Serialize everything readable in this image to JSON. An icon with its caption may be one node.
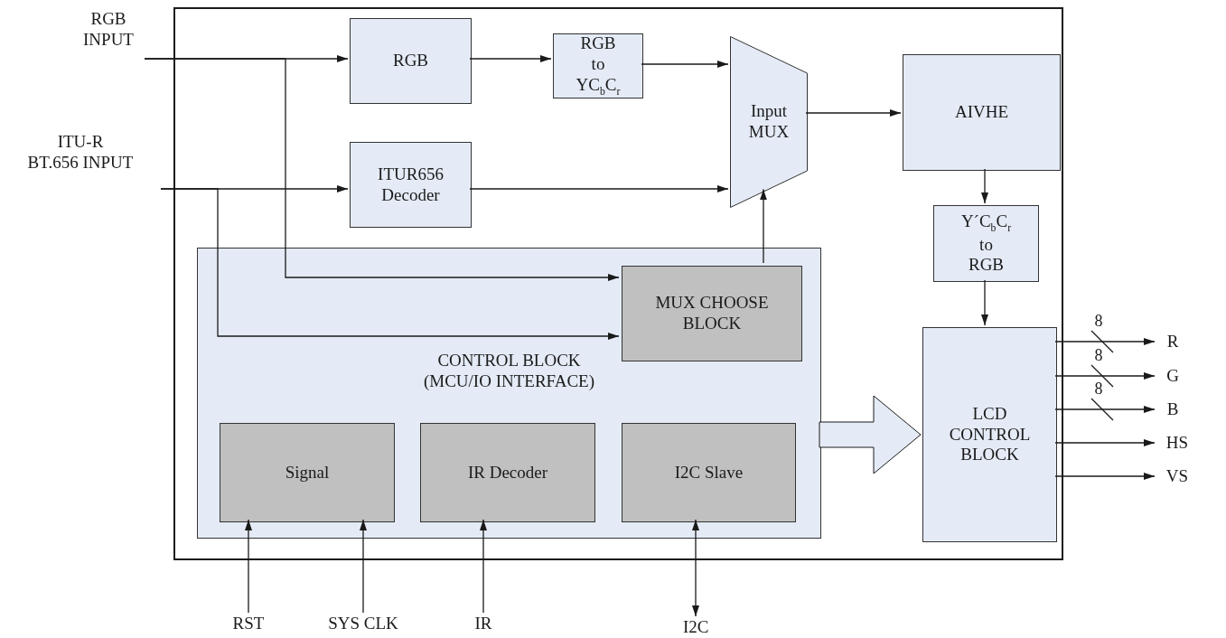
{
  "diagram": {
    "nodes": [
      {
        "text": [],
        "shape": "box"
      },
      {
        "text": [
          "RGB INPUT"
        ]
      },
      {
        "text": [
          "ITU-R BT.656 INPUT"
        ]
      },
      {
        "text": [
          "RGB"
        ],
        "in": 0
      },
      {
        "text": [
          "RGB to YC$_{b}$C$_{r}$"
        ],
        "in": 0
      },
      {
        "text": [
          "Input MUX"
        ],
        "in": 0
      },
      {
        "text": [
          "ITUR656 Decoder"
        ],
        "in": 0
      },
      {
        "text": [
          "AIVHE"
        ],
        "in": 0
      },
      {
        "text": [
          "Y´C$_{b}$C$_{r}$ to RGB"
        ],
        "in": 0
      },
      {
        "text": [
          "CONTROL BLOCK (MCU/IO INTERFACE)"
        ],
        "in": 0
      },
      {
        "text": [
          "MUX CHOOSE BLOCK"
        ],
        "in": 9
      },
      {
        "text": [
          "Signal"
        ],
        "in": 9
      },
      {
        "text": [
          "IR Decoder"
        ],
        "in": 9
      },
      {
        "text": [
          "I2C Slave"
        ],
        "in": 9
      },
      {
        "text": [
          "LCD CONTROL BLOCK"
        ],
        "in": 0
      },
      {
        "text": [
          "R"
        ]
      },
      {
        "text": [
          "G"
        ]
      },
      {
        "text": [
          "B"
        ]
      },
      {
        "text": [
          "HS"
        ]
      },
      {
        "text": [
          "VS"
        ]
      },
      {
        "text": [
          "RST"
        ]
      },
      {
        "text": [
          "SYS CLK"
        ]
      },
      {
        "text": [
          "IR"
        ]
      },
      {
        "text": [
          "I2C"
        ]
      }
    ],
    "edges": [
      {
        "from": 1,
        "to": 3,
        "arrow": "to"
      },
      {
        "from": 1,
        "to": 10,
        "arrow": "to"
      },
      {
        "from": 2,
        "to": 6,
        "arrow": "to"
      },
      {
        "from": 2,
        "to": 10,
        "arrow": "to"
      },
      {
        "from": 3,
        "to": 4,
        "arrow": "to"
      },
      {
        "from": 4,
        "to": 5,
        "arrow": "to"
      },
      {
        "from": 6,
        "to": 5,
        "arrow": "to"
      },
      {
        "from": 10,
        "to": 5,
        "arrow": "to"
      },
      {
        "from": 5,
        "to": 7,
        "arrow": "to"
      },
      {
        "from": 7,
        "to": 8,
        "arrow": "to"
      },
      {
        "from": 8,
        "to": 14,
        "arrow": "to"
      },
      {
        "from": 9,
        "to": 14,
        "arrow": "to",
        "style": "thick"
      },
      {
        "from": 14,
        "to": 15,
        "arrow": "to",
        "label": "8"
      },
      {
        "from": 14,
        "to": 16,
        "arrow": "to",
        "label": "8"
      },
      {
        "from": 14,
        "to": 17,
        "arrow": "to",
        "label": "8"
      },
      {
        "from": 14,
        "to": 18,
        "arrow": "to"
      },
      {
        "from": 14,
        "to": 19,
        "arrow": "to"
      },
      {
        "from": 20,
        "to": 11,
        "arrow": "to"
      },
      {
        "from": 21,
        "to": 11,
        "arrow": "to"
      },
      {
        "from": 22,
        "to": 12,
        "arrow": "to"
      },
      {
        "from": 13,
        "to": 23,
        "arrow": "both"
      }
    ]
  }
}
